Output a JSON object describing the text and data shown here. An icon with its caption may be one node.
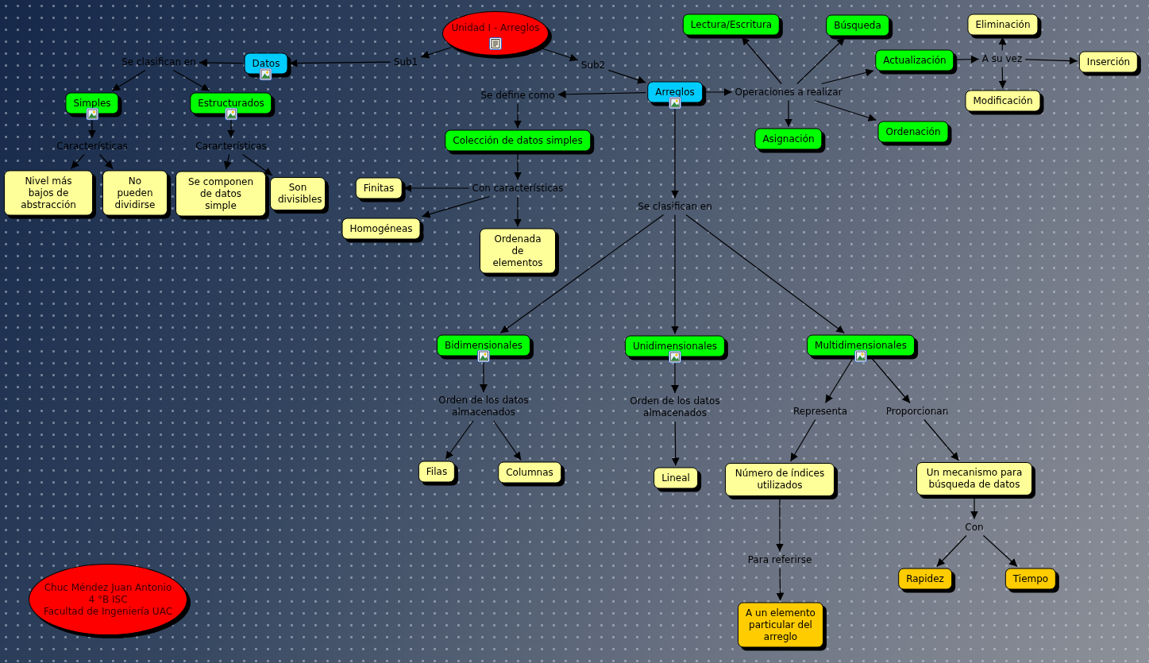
{
  "diagram": {
    "nodes": [
      {
        "text": [
          "Unidad I - Arreglos"
        ]
      },
      {
        "text": [
          "Sub1"
        ]
      },
      {
        "text": [
          "Datos"
        ]
      },
      {
        "text": [
          "Se clasifican en"
        ]
      },
      {
        "text": [
          "Simples"
        ]
      },
      {
        "text": [
          "Estructurados"
        ]
      },
      {
        "text": [
          "Características"
        ]
      },
      {
        "text": [
          "Características"
        ]
      },
      {
        "text": [
          "Nivel más bajos de abstracción"
        ]
      },
      {
        "text": [
          "No pueden dividirse"
        ]
      },
      {
        "text": [
          "Se componen de datos simple"
        ]
      },
      {
        "text": [
          "Son divisibles"
        ]
      },
      {
        "text": [
          "Sub2"
        ]
      },
      {
        "text": [
          "Arreglos"
        ]
      },
      {
        "text": [
          "Se define como"
        ]
      },
      {
        "text": [
          "Colección de datos simples"
        ]
      },
      {
        "text": [
          "Con características"
        ]
      },
      {
        "text": [
          "Finitas"
        ]
      },
      {
        "text": [
          "Homogéneas"
        ]
      },
      {
        "text": [
          "Ordenada de elementos"
        ]
      },
      {
        "text": [
          "Operaciones a realizar"
        ]
      },
      {
        "text": [
          "Lectura/Escritura"
        ]
      },
      {
        "text": [
          "Búsqueda"
        ]
      },
      {
        "text": [
          "Actualización"
        ]
      },
      {
        "text": [
          "A su vez"
        ]
      },
      {
        "text": [
          "Eliminación"
        ]
      },
      {
        "text": [
          "Inserción"
        ]
      },
      {
        "text": [
          "Modificación"
        ]
      },
      {
        "text": [
          "Asignación"
        ]
      },
      {
        "text": [
          "Ordenación"
        ]
      },
      {
        "text": [
          "Se clasifican en"
        ]
      },
      {
        "text": [
          "Bidimensionales"
        ]
      },
      {
        "text": [
          "Unidimensionales"
        ]
      },
      {
        "text": [
          "Multidimensionales"
        ]
      },
      {
        "text": [
          "Orden de los datos almacenados"
        ]
      },
      {
        "text": [
          "Orden de los datos almacenados"
        ]
      },
      {
        "text": [
          "Filas"
        ]
      },
      {
        "text": [
          "Columnas"
        ]
      },
      {
        "text": [
          "Lineal"
        ]
      },
      {
        "text": [
          "Representa"
        ]
      },
      {
        "text": [
          "Proporcionan"
        ]
      },
      {
        "text": [
          "Número de índices utilizados"
        ]
      },
      {
        "text": [
          "Un mecanismo para búsqueda de datos"
        ]
      },
      {
        "text": [
          "Para referirse"
        ]
      },
      {
        "text": [
          "A un elemento particular del arreglo"
        ]
      },
      {
        "text": [
          "Con"
        ]
      },
      {
        "text": [
          "Rapidez"
        ]
      },
      {
        "text": [
          "Tiempo"
        ]
      },
      {
        "text": [
          "Chuc Méndez Juan Antonio",
          "4 °B ISC",
          "Facultad de Ingeniería UAC"
        ]
      }
    ],
    "edges": [
      {
        "from": 0,
        "to": 1,
        "arrow": "to"
      },
      {
        "from": 1,
        "to": 2,
        "arrow": "to"
      },
      {
        "from": 2,
        "to": 3,
        "arrow": "to"
      },
      {
        "from": 3,
        "to": 4,
        "arrow": "to"
      },
      {
        "from": 3,
        "to": 5,
        "arrow": "to"
      },
      {
        "from": 4,
        "to": 6,
        "arrow": "to"
      },
      {
        "from": 5,
        "to": 7,
        "arrow": "to"
      },
      {
        "from": 6,
        "to": 8,
        "arrow": "to"
      },
      {
        "from": 6,
        "to": 9,
        "arrow": "to"
      },
      {
        "from": 7,
        "to": 10,
        "arrow": "to"
      },
      {
        "from": 7,
        "to": 11,
        "arrow": "to"
      },
      {
        "from": 0,
        "to": 12,
        "arrow": "to"
      },
      {
        "from": 12,
        "to": 13,
        "arrow": "to"
      },
      {
        "from": 13,
        "to": 14,
        "arrow": "to"
      },
      {
        "from": 14,
        "to": 15,
        "arrow": "to"
      },
      {
        "from": 15,
        "to": 16,
        "arrow": "to"
      },
      {
        "from": 16,
        "to": 17,
        "arrow": "to"
      },
      {
        "from": 16,
        "to": 18,
        "arrow": "to"
      },
      {
        "from": 16,
        "to": 19,
        "arrow": "to"
      },
      {
        "from": 13,
        "to": 20,
        "arrow": "to"
      },
      {
        "from": 20,
        "to": 21,
        "arrow": "to"
      },
      {
        "from": 20,
        "to": 22,
        "arrow": "to"
      },
      {
        "from": 20,
        "to": 23,
        "arrow": "to"
      },
      {
        "from": 20,
        "to": 28,
        "arrow": "to"
      },
      {
        "from": 20,
        "to": 29,
        "arrow": "to"
      },
      {
        "from": 23,
        "to": 24,
        "arrow": "to"
      },
      {
        "from": 24,
        "to": 25,
        "arrow": "to"
      },
      {
        "from": 24,
        "to": 26,
        "arrow": "to"
      },
      {
        "from": 24,
        "to": 27,
        "arrow": "to"
      },
      {
        "from": 13,
        "to": 30,
        "arrow": "to"
      },
      {
        "from": 30,
        "to": 31,
        "arrow": "to"
      },
      {
        "from": 30,
        "to": 32,
        "arrow": "to"
      },
      {
        "from": 30,
        "to": 33,
        "arrow": "to"
      },
      {
        "from": 31,
        "to": 34,
        "arrow": "to"
      },
      {
        "from": 32,
        "to": 35,
        "arrow": "to"
      },
      {
        "from": 34,
        "to": 36,
        "arrow": "to"
      },
      {
        "from": 34,
        "to": 37,
        "arrow": "to"
      },
      {
        "from": 35,
        "to": 38,
        "arrow": "to"
      },
      {
        "from": 33,
        "to": 39,
        "arrow": "to"
      },
      {
        "from": 33,
        "to": 40,
        "arrow": "to"
      },
      {
        "from": 39,
        "to": 41,
        "arrow": "to"
      },
      {
        "from": 40,
        "to": 42,
        "arrow": "to"
      },
      {
        "from": 41,
        "to": 43,
        "arrow": "to"
      },
      {
        "from": 43,
        "to": 44,
        "arrow": "to"
      },
      {
        "from": 42,
        "to": 45,
        "arrow": "to"
      },
      {
        "from": 45,
        "to": 46,
        "arrow": "to"
      },
      {
        "from": 45,
        "to": 47,
        "arrow": "to"
      }
    ]
  }
}
